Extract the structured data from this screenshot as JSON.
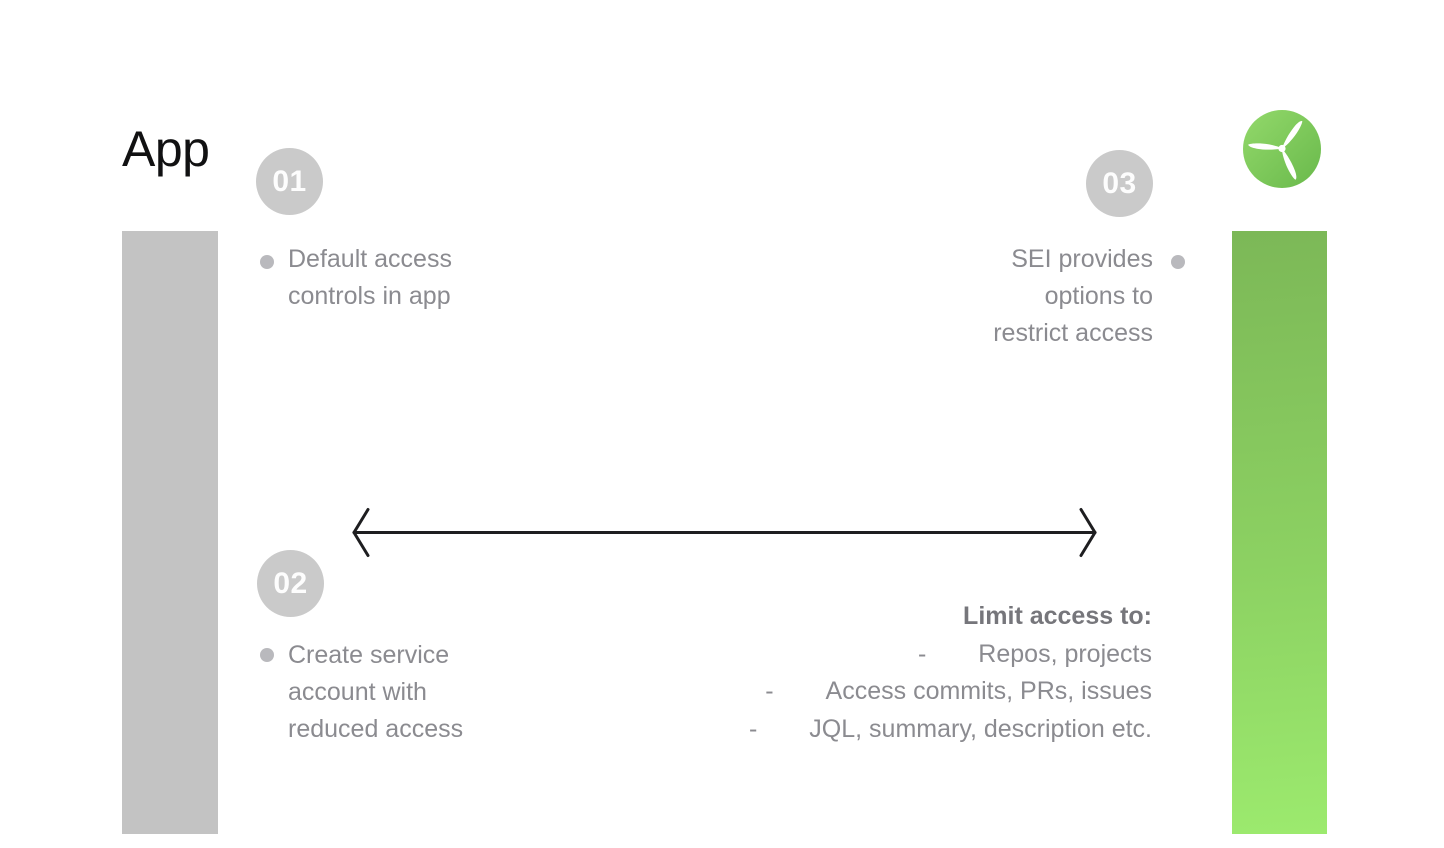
{
  "title": "App",
  "logo": {
    "icon": "turbine-icon"
  },
  "steps": [
    {
      "number": "01",
      "lines": [
        "Default access",
        "controls in app"
      ]
    },
    {
      "number": "02",
      "lines": [
        "Create service",
        "account with",
        "reduced access"
      ]
    },
    {
      "number": "03",
      "lines": [
        "SEI provides",
        "options to",
        "restrict access"
      ]
    }
  ],
  "limit_list": {
    "heading": "Limit access to:",
    "marker": "-",
    "items": [
      "Repos, projects",
      "Access commits, PRs, issues",
      "JQL, summary, description etc."
    ]
  },
  "colors": {
    "left_bar": "#c3c3c3",
    "right_bar_top": "#7cb857",
    "right_bar_bottom": "#9cea6e",
    "logo_green_light": "#93d96b",
    "logo_green_dark": "#69b94b",
    "step_circle": "#cacaca",
    "body_text": "#8b8b90",
    "heading_text": "#76767b",
    "arrow": "#1e1e20"
  }
}
